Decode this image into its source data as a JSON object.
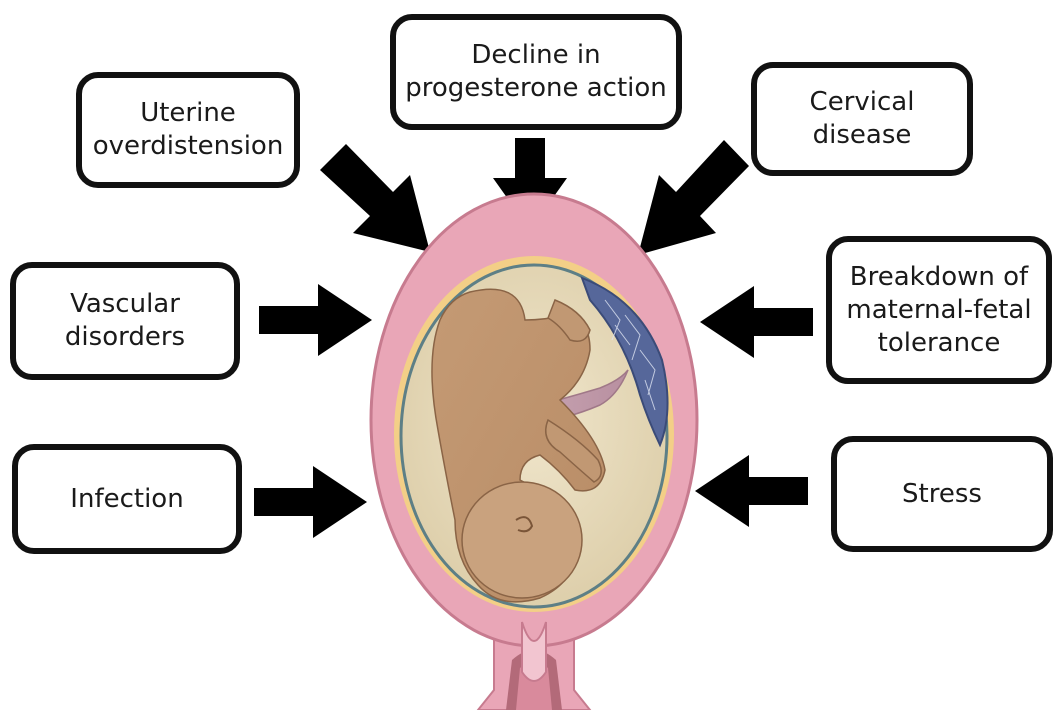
{
  "diagram": {
    "causes": {
      "decline": "Decline in\nprogesterone action",
      "uterine": "Uterine\noverdistension",
      "cervical": "Cervical\ndisease",
      "vascular": "Vascular\ndisorders",
      "breakdown": "Breakdown of\nmaternal-fetal\ntolerance",
      "infection": "Infection",
      "stress": "Stress"
    }
  },
  "colors": {
    "uterus_wall": "#e9a6b7",
    "uterus_outline": "#c77b8f",
    "amniotic_fluid": "#e8dcc0",
    "membrane": "#e8b85a",
    "fetus_skin": "#c8a07c",
    "placenta": "#5a6fa0",
    "arrow": "#000000",
    "box_border": "#111111"
  }
}
